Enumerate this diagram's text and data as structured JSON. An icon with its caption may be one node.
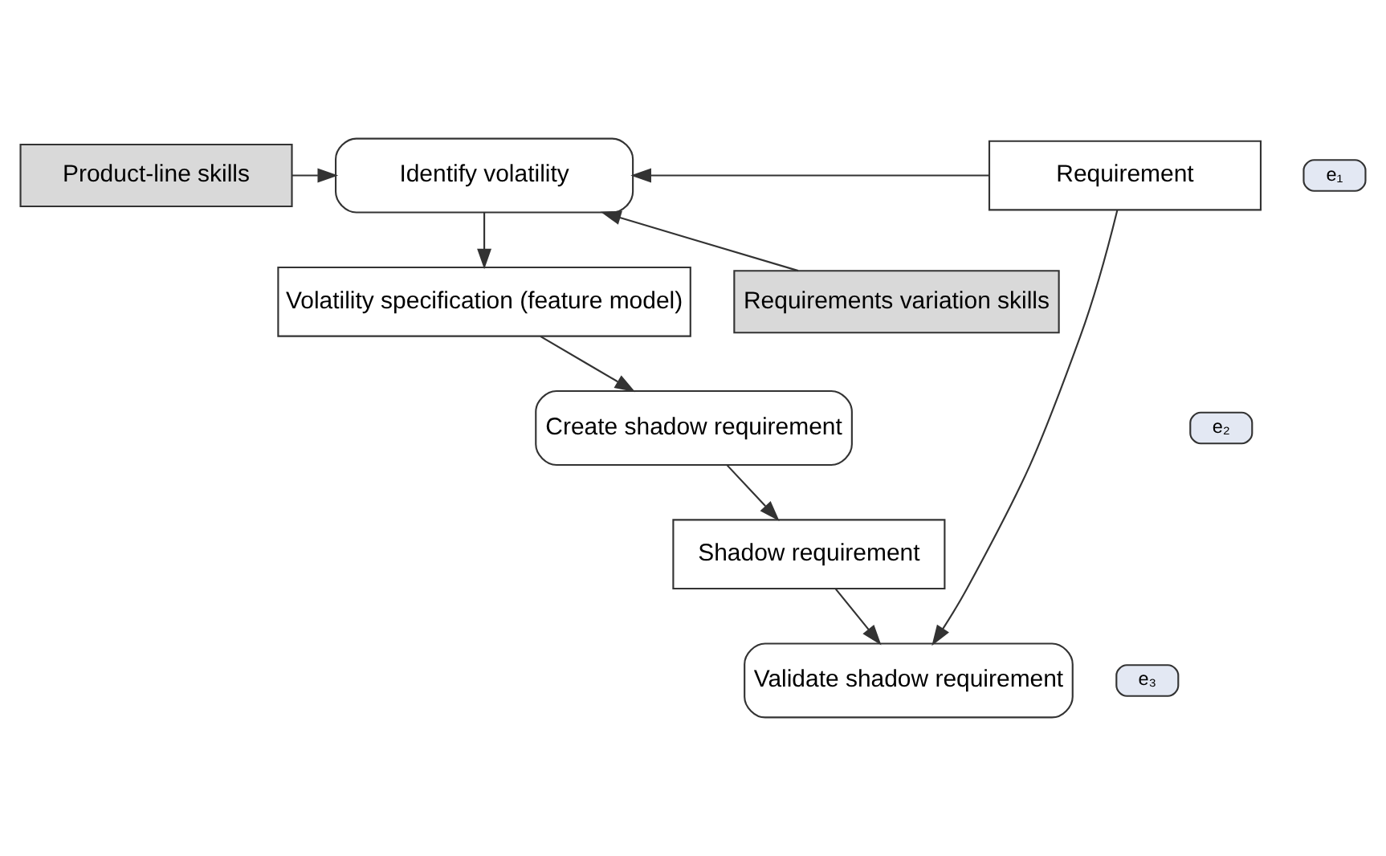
{
  "diagram": {
    "nodes": [
      {
        "text": [
          "Product-line skills"
        ]
      },
      {
        "text": [
          "e₁"
        ]
      },
      {
        "text": [
          "Identify volatility"
        ]
      },
      {
        "text": [
          "Requirement"
        ]
      },
      {
        "text": [
          "Requirements variation skills"
        ]
      },
      {
        "text": [
          "Volatility specification (feature model)"
        ]
      },
      {
        "text": [
          "e₂"
        ]
      },
      {
        "text": [
          "Create shadow requirement"
        ]
      },
      {
        "text": [
          "Shadow requirement"
        ]
      },
      {
        "text": [
          "e₃"
        ]
      },
      {
        "text": [
          "Validate shadow requirement"
        ]
      }
    ],
    "edges": [
      {
        "from": 0,
        "to": 2,
        "arrow": "to"
      },
      {
        "from": 4,
        "to": 2,
        "arrow": "to"
      },
      {
        "from": 3,
        "to": 2,
        "arrow": "to"
      },
      {
        "from": 2,
        "to": 5,
        "arrow": "to"
      },
      {
        "from": 5,
        "to": 7,
        "arrow": "to"
      },
      {
        "from": 7,
        "to": 8,
        "arrow": "to"
      },
      {
        "from": 8,
        "to": 10,
        "arrow": "to"
      },
      {
        "from": 3,
        "to": 10,
        "arrow": "to"
      }
    ]
  }
}
